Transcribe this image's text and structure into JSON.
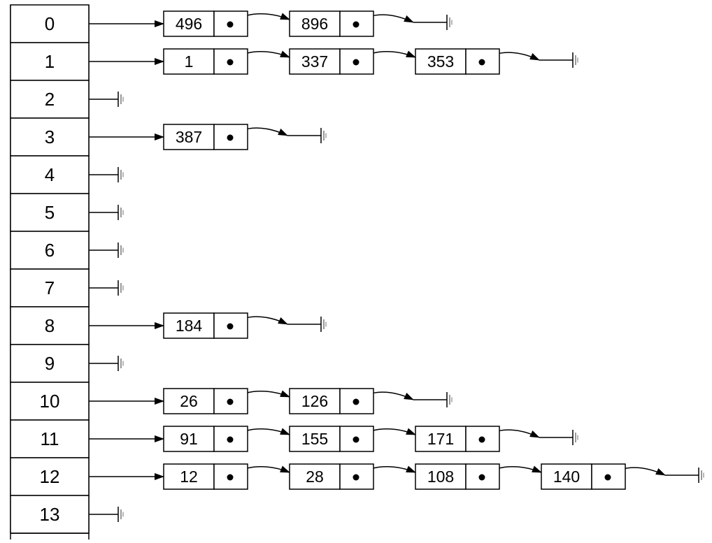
{
  "diagram": {
    "buckets": [
      {
        "index": "0",
        "chain": [
          "496",
          "896"
        ]
      },
      {
        "index": "1",
        "chain": [
          "1",
          "337",
          "353"
        ]
      },
      {
        "index": "2",
        "chain": []
      },
      {
        "index": "3",
        "chain": [
          "387"
        ]
      },
      {
        "index": "4",
        "chain": []
      },
      {
        "index": "5",
        "chain": []
      },
      {
        "index": "6",
        "chain": []
      },
      {
        "index": "7",
        "chain": []
      },
      {
        "index": "8",
        "chain": [
          "184"
        ]
      },
      {
        "index": "9",
        "chain": []
      },
      {
        "index": "10",
        "chain": [
          "26",
          "126"
        ]
      },
      {
        "index": "11",
        "chain": [
          "91",
          "155",
          "171"
        ]
      },
      {
        "index": "12",
        "chain": [
          "12",
          "28",
          "108",
          "140"
        ]
      },
      {
        "index": "13",
        "chain": []
      }
    ]
  }
}
